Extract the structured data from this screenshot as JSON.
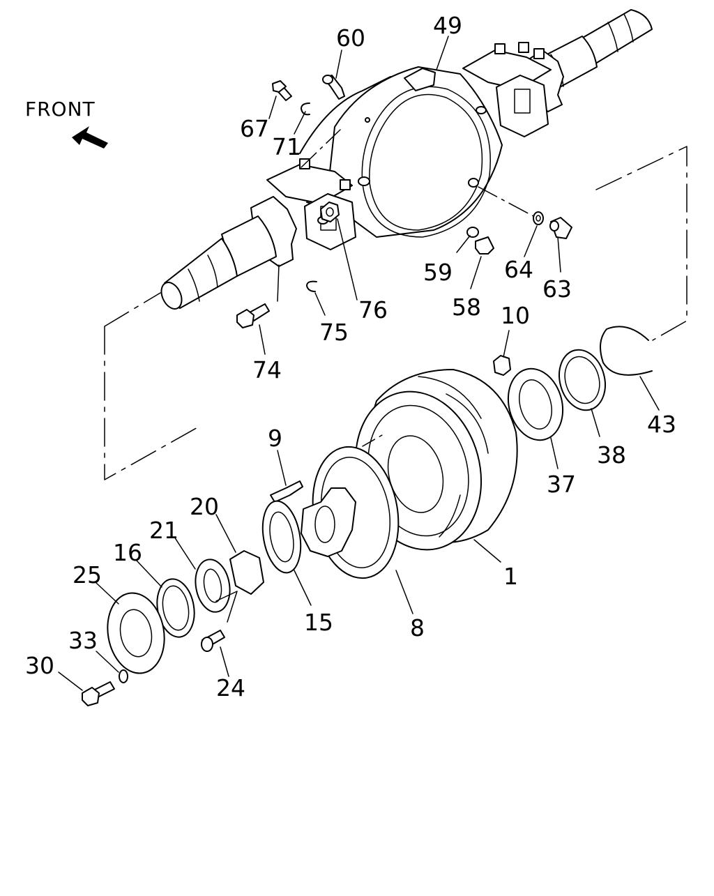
{
  "diagram": {
    "front_label": "FRONT",
    "callouts": [
      {
        "id": "60",
        "text": "60"
      },
      {
        "id": "49",
        "text": "49"
      },
      {
        "id": "67",
        "text": "67"
      },
      {
        "id": "71",
        "text": "71"
      },
      {
        "id": "59",
        "text": "59"
      },
      {
        "id": "64",
        "text": "64"
      },
      {
        "id": "63",
        "text": "63"
      },
      {
        "id": "58",
        "text": "58"
      },
      {
        "id": "76",
        "text": "76"
      },
      {
        "id": "75",
        "text": "75"
      },
      {
        "id": "74",
        "text": "74"
      },
      {
        "id": "10",
        "text": "10"
      },
      {
        "id": "43",
        "text": "43"
      },
      {
        "id": "38",
        "text": "38"
      },
      {
        "id": "37",
        "text": "37"
      },
      {
        "id": "9",
        "text": "9"
      },
      {
        "id": "20",
        "text": "20"
      },
      {
        "id": "21",
        "text": "21"
      },
      {
        "id": "16",
        "text": "16"
      },
      {
        "id": "25",
        "text": "25"
      },
      {
        "id": "1",
        "text": "1"
      },
      {
        "id": "8",
        "text": "8"
      },
      {
        "id": "15",
        "text": "15"
      },
      {
        "id": "33",
        "text": "33"
      },
      {
        "id": "30",
        "text": "30"
      },
      {
        "id": "24",
        "text": "24"
      }
    ]
  }
}
